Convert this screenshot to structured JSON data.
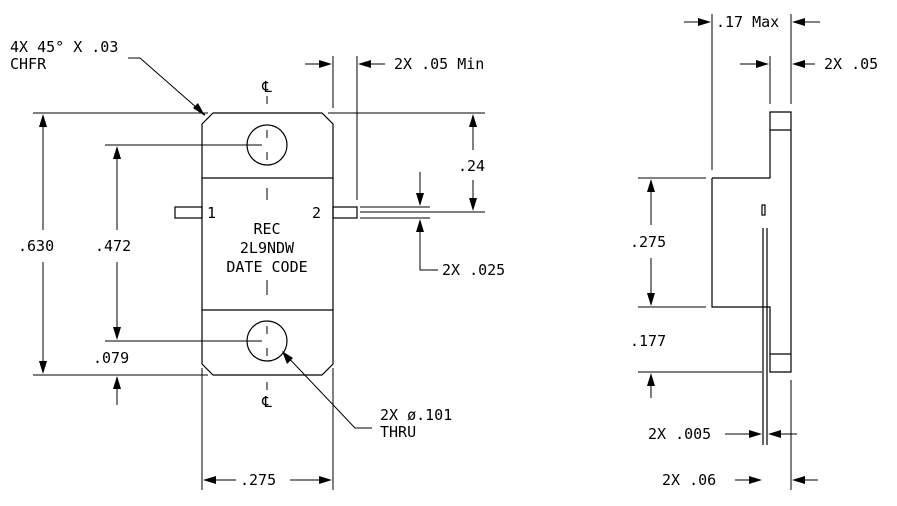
{
  "labels": {
    "chamfer_line1": "4X 45° X .03",
    "chamfer_line2": "CHFR",
    "centerline_top": "℄",
    "centerline_bottom": "℄",
    "lead_min": "2X .05 Min",
    "pin1": "1",
    "pin2": "2",
    "body_line1": "REC",
    "body_line2": "2L9NDW",
    "body_line3": "DATE CODE",
    "dim_overall_height": ".630",
    "dim_hole_spacing": ".472",
    "dim_hole_edge": ".079",
    "dim_width": ".275",
    "dim_lead_offset": ".24",
    "dim_lead_thickness": "2X .025",
    "hole_line1": "2X ø.101",
    "hole_line2": "THRU",
    "side_max": ".17 Max",
    "side_lead": "2X .05",
    "side_height": ".275",
    "side_bottom": ".177",
    "side_lead_thick": "2X .005",
    "side_base": "2X .06"
  }
}
